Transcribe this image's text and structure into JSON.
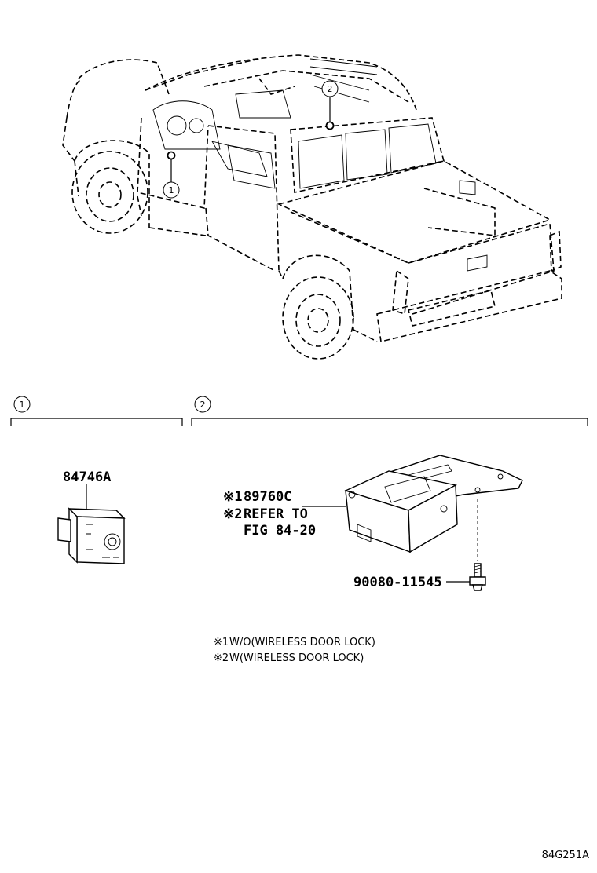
{
  "callouts": {
    "one": "1",
    "two": "2"
  },
  "sections": [
    {
      "id": "1",
      "parts": [
        {
          "number": "84746A"
        }
      ]
    },
    {
      "id": "2",
      "parts": [
        {
          "marker": "※1",
          "number": "89760C"
        },
        {
          "marker": "※2",
          "text_line1": "REFER TO",
          "text_line2": "FIG 84-20"
        },
        {
          "number": "90080-11545"
        }
      ]
    }
  ],
  "notes": [
    {
      "marker": "※1",
      "text": "W/O(WIRELESS DOOR LOCK)"
    },
    {
      "marker": "※2",
      "text": "W(WIRELESS DOOR LOCK)"
    }
  ],
  "figure_code": "84G251A"
}
